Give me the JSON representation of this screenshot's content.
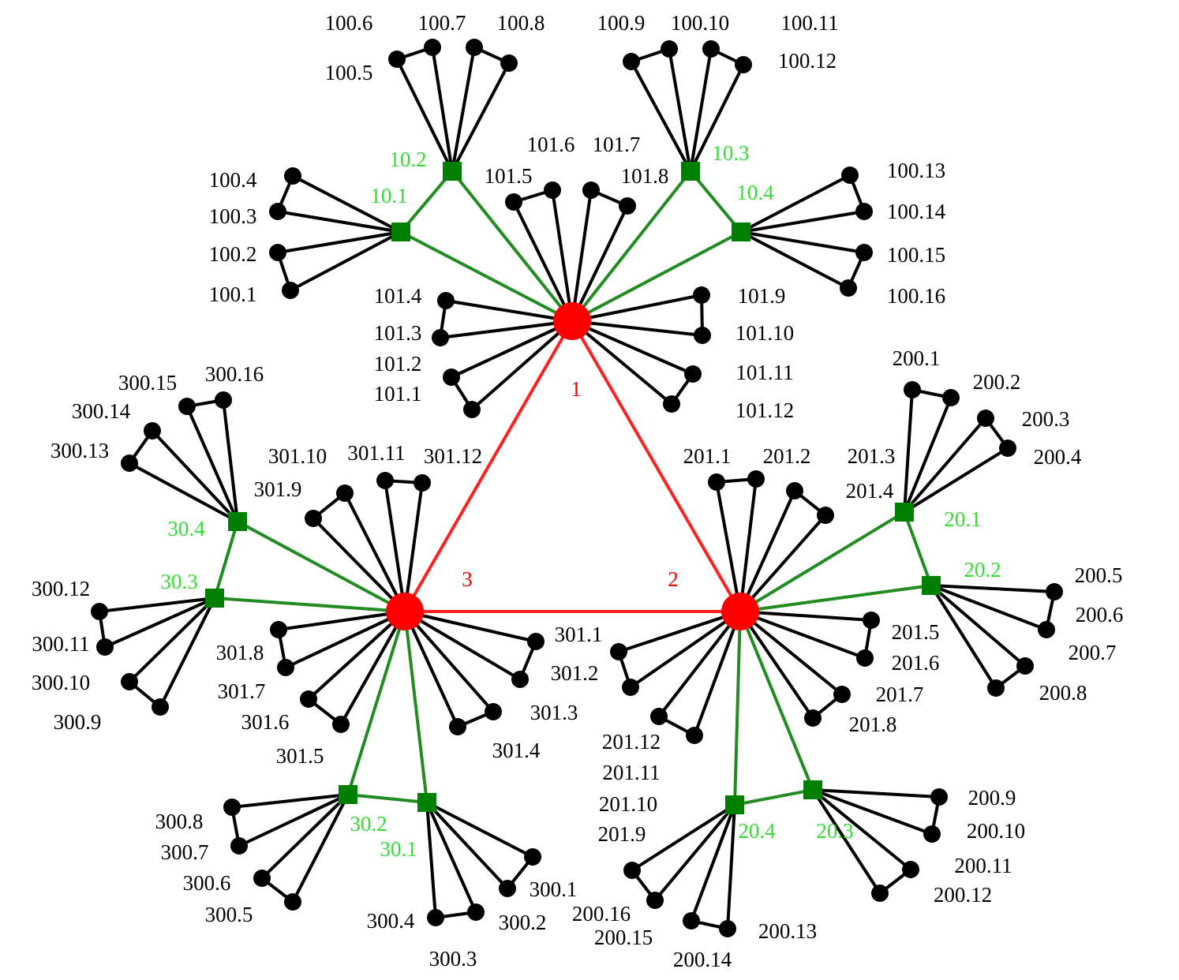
{
  "colors": {
    "core": "#ff0000",
    "switch": "#008000",
    "switch_label": "#33dd33",
    "host": "#000000",
    "link_core": "#ff2020",
    "link_switch": "#228b22",
    "link_host": "#000000"
  },
  "core_nodes": [
    {
      "id": "c1",
      "label": "1"
    },
    {
      "id": "c2",
      "label": "2"
    },
    {
      "id": "c3",
      "label": "3"
    }
  ],
  "switches": [
    {
      "id": "s10_1",
      "label": "10.1",
      "core": "c1"
    },
    {
      "id": "s10_2",
      "label": "10.2",
      "core": "c1"
    },
    {
      "id": "s10_3",
      "label": "10.3",
      "core": "c1"
    },
    {
      "id": "s10_4",
      "label": "10.4",
      "core": "c1"
    },
    {
      "id": "s20_1",
      "label": "20.1",
      "core": "c2"
    },
    {
      "id": "s20_2",
      "label": "20.2",
      "core": "c2"
    },
    {
      "id": "s20_3",
      "label": "20.3",
      "core": "c2"
    },
    {
      "id": "s20_4",
      "label": "20.4",
      "core": "c2"
    },
    {
      "id": "s30_1",
      "label": "30.1",
      "core": "c3"
    },
    {
      "id": "s30_2",
      "label": "30.2",
      "core": "c3"
    },
    {
      "id": "s30_3",
      "label": "30.3",
      "core": "c3"
    },
    {
      "id": "s30_4",
      "label": "30.4",
      "core": "c3"
    }
  ],
  "switch_pairs": [
    [
      "s10_1",
      "s10_2"
    ],
    [
      "s10_3",
      "s10_4"
    ],
    [
      "s20_1",
      "s20_2"
    ],
    [
      "s20_3",
      "s20_4"
    ],
    [
      "s30_1",
      "s30_2"
    ],
    [
      "s30_3",
      "s30_4"
    ]
  ],
  "host_pairs": [
    {
      "parent": "s10_1",
      "hosts": [
        [
          "100.1",
          "100.2"
        ],
        [
          "100.3",
          "100.4"
        ]
      ]
    },
    {
      "parent": "s10_2",
      "hosts": [
        [
          "100.5",
          "100.6"
        ],
        [
          "100.7",
          "100.8"
        ]
      ]
    },
    {
      "parent": "s10_3",
      "hosts": [
        [
          "100.9",
          "100.10"
        ],
        [
          "100.11",
          "100.12"
        ]
      ]
    },
    {
      "parent": "s10_4",
      "hosts": [
        [
          "100.13",
          "100.14"
        ],
        [
          "100.15",
          "100.16"
        ]
      ]
    },
    {
      "parent": "c1",
      "hosts": [
        [
          "101.1",
          "101.2"
        ],
        [
          "101.3",
          "101.4"
        ],
        [
          "101.5",
          "101.6"
        ],
        [
          "101.7",
          "101.8"
        ],
        [
          "101.9",
          "101.10"
        ],
        [
          "101.11",
          "101.12"
        ]
      ]
    },
    {
      "parent": "s20_1",
      "hosts": [
        [
          "200.1",
          "200.2"
        ],
        [
          "200.3",
          "200.4"
        ]
      ]
    },
    {
      "parent": "s20_2",
      "hosts": [
        [
          "200.5",
          "200.6"
        ],
        [
          "200.7",
          "200.8"
        ]
      ]
    },
    {
      "parent": "s20_3",
      "hosts": [
        [
          "200.9",
          "200.10"
        ],
        [
          "200.11",
          "200.12"
        ]
      ]
    },
    {
      "parent": "s20_4",
      "hosts": [
        [
          "200.13",
          "200.14"
        ],
        [
          "200.15",
          "200.16"
        ]
      ]
    },
    {
      "parent": "c2",
      "hosts": [
        [
          "201.1",
          "201.2"
        ],
        [
          "201.3",
          "201.4"
        ],
        [
          "201.5",
          "201.6"
        ],
        [
          "201.7",
          "201.8"
        ],
        [
          "201.9",
          "201.10"
        ],
        [
          "201.11",
          "201.12"
        ]
      ]
    },
    {
      "parent": "s30_1",
      "hosts": [
        [
          "300.1",
          "300.2"
        ],
        [
          "300.3",
          "300.4"
        ]
      ]
    },
    {
      "parent": "s30_2",
      "hosts": [
        [
          "300.5",
          "300.6"
        ],
        [
          "300.7",
          "300.8"
        ]
      ]
    },
    {
      "parent": "s30_3",
      "hosts": [
        [
          "300.9",
          "300.10"
        ],
        [
          "300.11",
          "300.12"
        ]
      ]
    },
    {
      "parent": "s30_4",
      "hosts": [
        [
          "300.13",
          "300.14"
        ],
        [
          "300.15",
          "300.16"
        ]
      ]
    },
    {
      "parent": "c3",
      "hosts": [
        [
          "301.1",
          "301.2"
        ],
        [
          "301.3",
          "301.4"
        ],
        [
          "301.5",
          "301.6"
        ],
        [
          "301.7",
          "301.8"
        ],
        [
          "301.9",
          "301.10"
        ],
        [
          "301.11",
          "301.12"
        ]
      ]
    }
  ]
}
